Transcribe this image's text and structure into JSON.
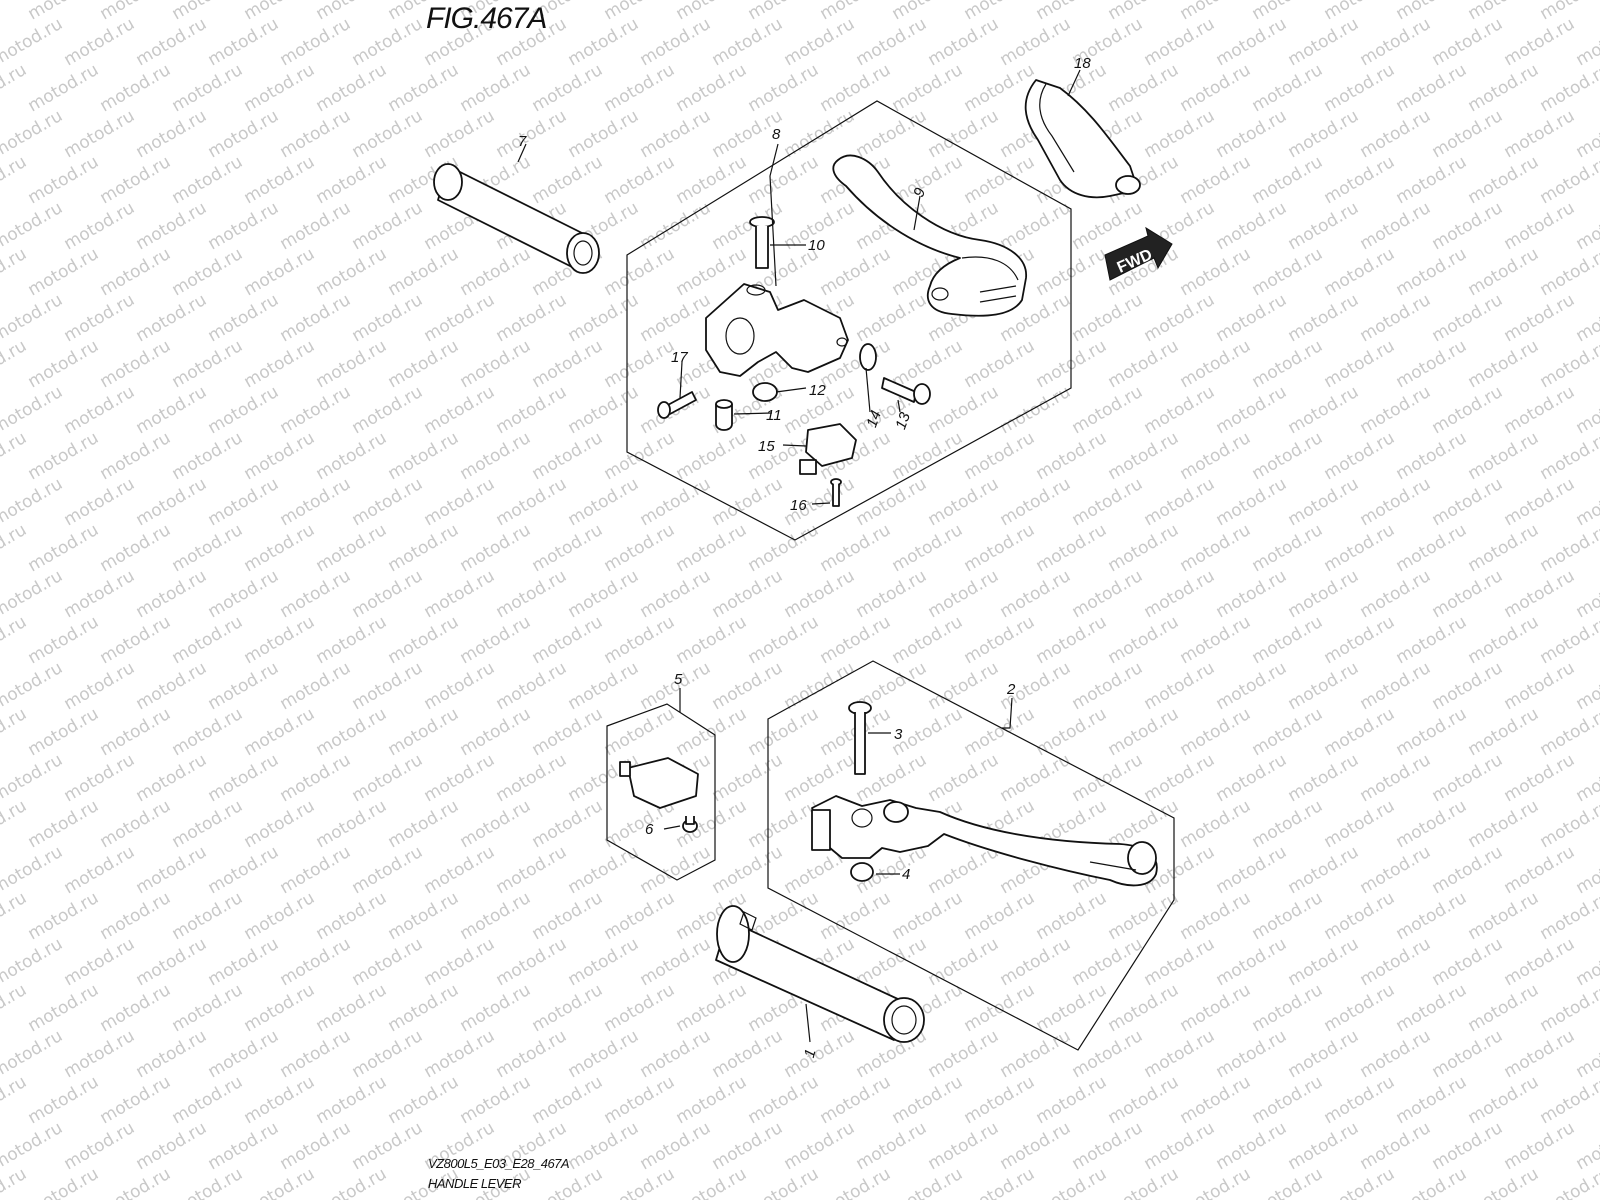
{
  "figure": {
    "title": "FIG.467A",
    "code": "VZ800L5_E03_E28_467A",
    "name": "HANDLE LEVER"
  },
  "watermark": "motod.ru",
  "fwd_label": "FWD",
  "callouts": [
    "1",
    "2",
    "3",
    "4",
    "5",
    "6",
    "7",
    "8",
    "9",
    "10",
    "11",
    "12",
    "13",
    "14",
    "15",
    "16",
    "17",
    "18"
  ]
}
